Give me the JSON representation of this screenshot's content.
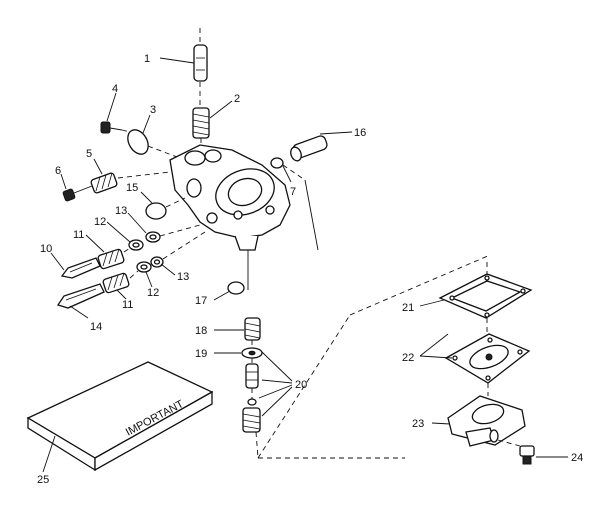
{
  "labels": {
    "l1": "1",
    "l2": "2",
    "l3": "3",
    "l4": "4",
    "l5": "5",
    "l6": "6",
    "l7": "7",
    "l10": "10",
    "l11a": "11",
    "l11b": "11",
    "l12a": "12",
    "l12b": "12",
    "l13a": "13",
    "l13b": "13",
    "l14": "14",
    "l15": "15",
    "l16": "16",
    "l17": "17",
    "l18": "18",
    "l19": "19",
    "l20": "20",
    "l21": "21",
    "l22": "22",
    "l23": "23",
    "l24": "24",
    "l25": "25"
  },
  "box_text": "IMPORTANT"
}
